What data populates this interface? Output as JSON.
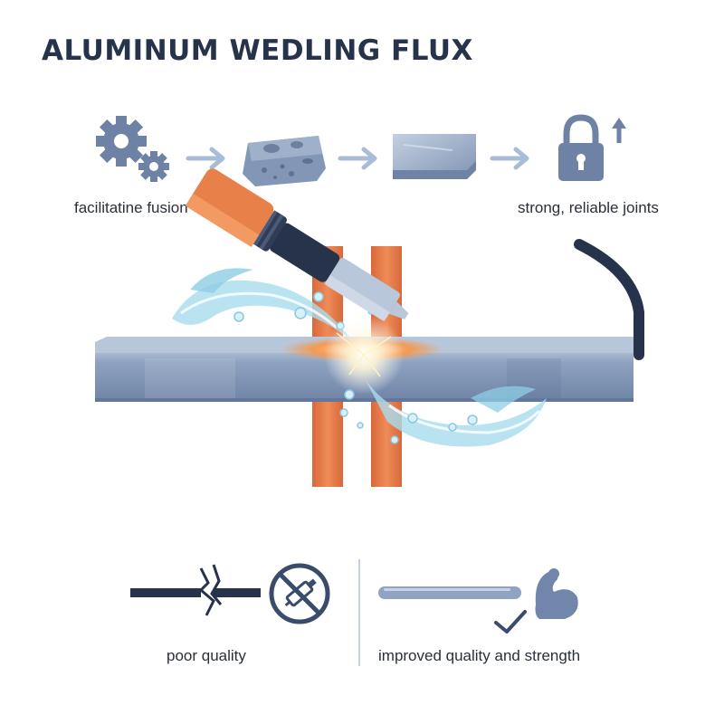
{
  "title": "ALUMINUM WEDLING FLUX",
  "process": {
    "steps": [
      {
        "icon": "gears-icon"
      },
      {
        "icon": "rough-aluminum-block-icon"
      },
      {
        "icon": "smooth-aluminum-plate-icon"
      },
      {
        "icon": "lock-upgrade-icon"
      }
    ],
    "left_caption": "facilitatine fusion",
    "right_caption": "strong, reliable joints"
  },
  "comparison": {
    "bad_caption": "poor quality",
    "good_caption": "improved quality and strength"
  },
  "colors": {
    "dark_navy": "#26334a",
    "steel_blue": "#7a8fb0",
    "copper_orange": "#e8804a",
    "flux_cyan": "#a9dcef"
  }
}
